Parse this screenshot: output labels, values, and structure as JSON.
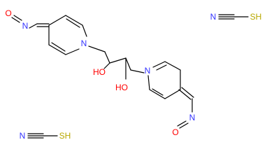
{
  "colors": {
    "background": "#ffffff",
    "bond": "#000000",
    "nitrogen": "#3333ff",
    "oxygen": "#ff0000",
    "sulfur": "#b8a800",
    "carbon_text": "#000000"
  },
  "main_molecule": {
    "oxime_top": {
      "oxygen": "O",
      "nitrogen": "N"
    },
    "ring_top_n": "N",
    "hydroxyl_1": "HO",
    "hydroxyl_2": "HO",
    "ring_bottom_n": "N",
    "oxime_bottom": {
      "nitrogen": "N",
      "oxygen": "O"
    }
  },
  "thiocyanate_top": {
    "n": "N",
    "s": "SH"
  },
  "thiocyanate_bottom": {
    "n": "N",
    "s": "SH"
  }
}
